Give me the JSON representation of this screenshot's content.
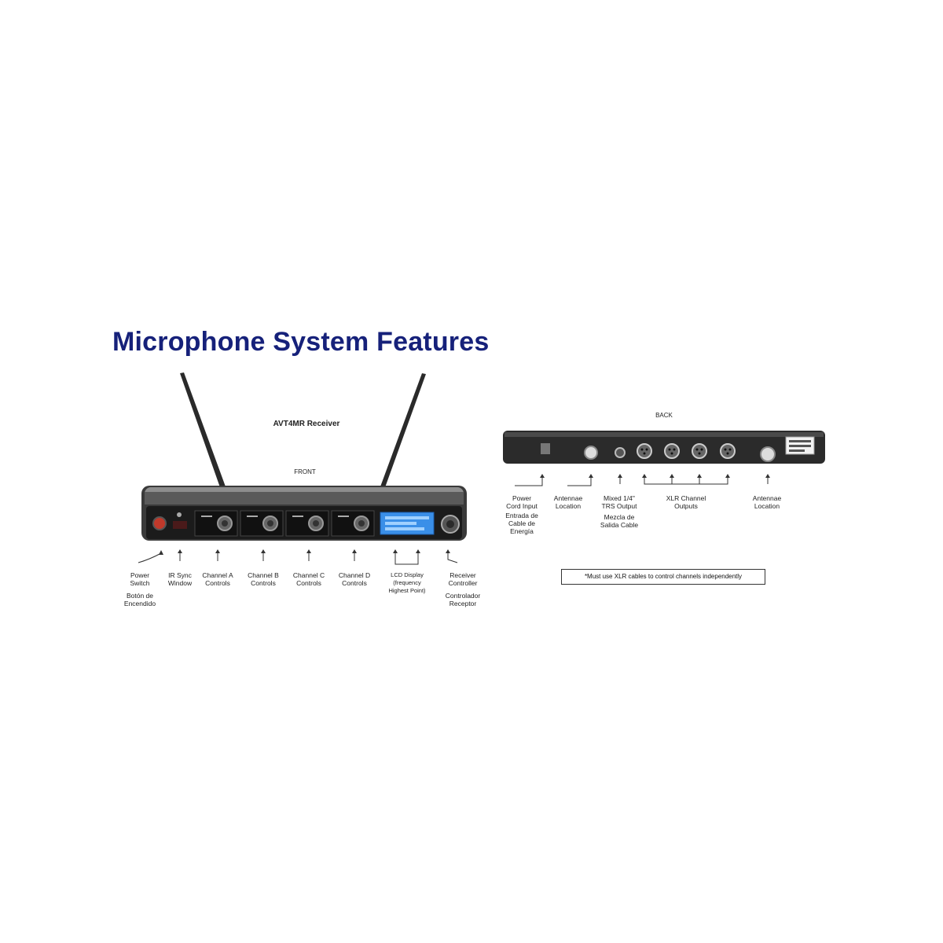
{
  "title": "Microphone System Features",
  "front": {
    "model_label": "AVT4MR Receiver",
    "view_label": "FRONT",
    "labels": [
      {
        "en": [
          "Power",
          "Switch"
        ],
        "es": [
          "Botón de",
          "Encendido"
        ]
      },
      {
        "en": [
          "IR Sync",
          "Window"
        ],
        "es": []
      },
      {
        "en": [
          "Channel A",
          "Controls"
        ],
        "es": []
      },
      {
        "en": [
          "Channel B",
          "Controls"
        ],
        "es": []
      },
      {
        "en": [
          "Channel C",
          "Controls"
        ],
        "es": []
      },
      {
        "en": [
          "Channel D",
          "Controls"
        ],
        "es": []
      },
      {
        "en": [
          "LCD Display",
          "(frequency",
          "Highest Point)"
        ],
        "es": []
      },
      {
        "en": [
          "Receiver",
          "Controller"
        ],
        "es": [
          "Controlador",
          "Receptor"
        ]
      }
    ]
  },
  "back": {
    "view_label": "BACK",
    "labels": [
      {
        "en": [
          "Power",
          "Cord Input"
        ],
        "es": [
          "Entrada de",
          "Cable de",
          "Energía"
        ]
      },
      {
        "en": [
          "Antennae",
          "Location"
        ],
        "es": []
      },
      {
        "en": [
          "Mixed 1/4\"",
          "TRS Output"
        ],
        "es": [
          "Mezcla de",
          "Salida Cable"
        ]
      },
      {
        "en": [
          "XLR Channel",
          "Outputs"
        ],
        "es": []
      },
      {
        "en": [
          "Antennae",
          "Location"
        ],
        "es": []
      }
    ],
    "note": "*Must use XLR cables to control channels independently"
  },
  "colors": {
    "title": "#16217a",
    "lcd": "#3a8fe8",
    "chassis": "#2b2b2b",
    "power_button": "#c0392b"
  }
}
